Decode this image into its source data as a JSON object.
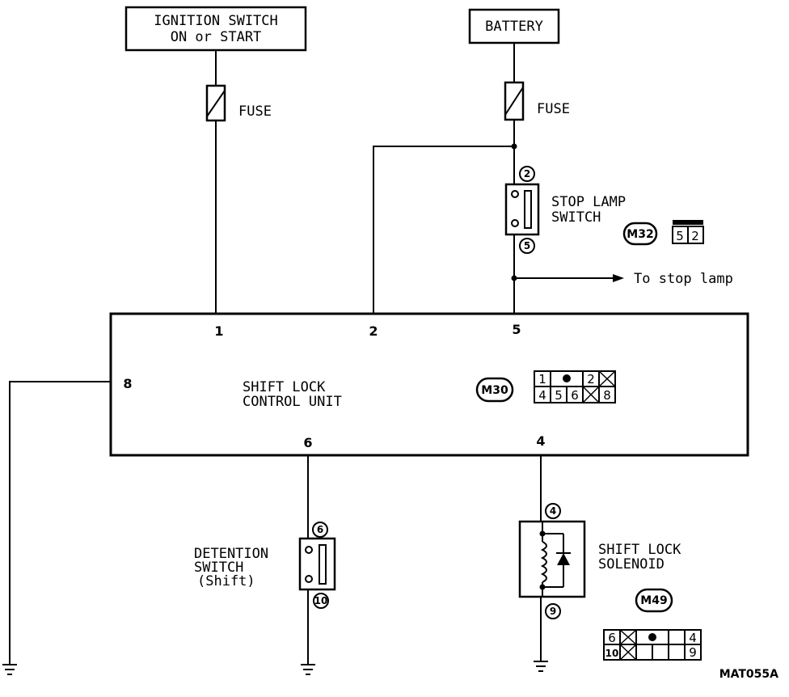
{
  "ignition_switch": {
    "line1": "IGNITION SWITCH",
    "line2": "ON or START"
  },
  "battery": {
    "label": "BATTERY"
  },
  "fuse_labels": [
    "FUSE",
    "FUSE"
  ],
  "stop_lamp_switch": {
    "line1": "STOP LAMP",
    "line2": "SWITCH",
    "pin_top": "2",
    "pin_bottom": "5",
    "connector_code": "M32",
    "connector_pins": [
      "5",
      "2"
    ]
  },
  "to_stop_lamp": "To stop lamp",
  "control_unit": {
    "line1": "SHIFT LOCK",
    "line2": "CONTROL UNIT",
    "pins": {
      "p1": "1",
      "p2": "2",
      "p5": "5",
      "p8": "8",
      "p6": "6",
      "p4": "4"
    },
    "connector_code": "M30",
    "connector_row1": [
      "1",
      "",
      "2",
      ""
    ],
    "connector_row2": [
      "4",
      "5",
      "6",
      "",
      "8"
    ]
  },
  "detention_switch": {
    "line1": "DETENTION",
    "line2": "SWITCH",
    "line3": "(Shift)",
    "pin_top": "6",
    "pin_bottom": "10"
  },
  "shift_lock_solenoid": {
    "line1": "SHIFT LOCK",
    "line2": "SOLENOID",
    "pin_top": "4",
    "pin_bottom": "9",
    "connector_code": "M49",
    "connector_row1": [
      "6",
      "",
      "",
      "",
      "",
      "4"
    ],
    "connector_row2": [
      "10",
      "",
      "",
      "",
      "",
      "9"
    ]
  },
  "figure_code": "MAT055A"
}
